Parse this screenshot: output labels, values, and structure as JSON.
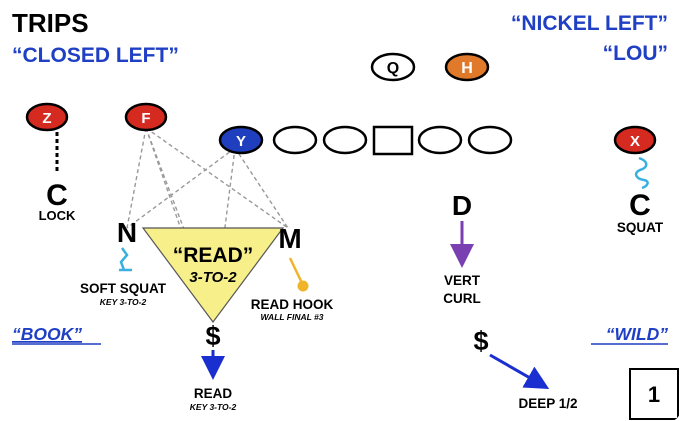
{
  "header": {
    "left_title": "TRIPS",
    "left_subtitle": "“CLOSED LEFT”",
    "right_title": "“NICKEL LEFT”",
    "right_subtitle": "“LOU”"
  },
  "offense": {
    "q": "Q",
    "h": "H",
    "z": "Z",
    "f": "F",
    "y": "Y",
    "x": "X"
  },
  "defense": {
    "c_left": "C",
    "c_left_role": "LOCK",
    "n": "N",
    "n_role": "SOFT SQUAT",
    "n_note": "KEY 3-TO-2",
    "m": "M",
    "m_role": "READ HOOK",
    "m_note": "WALL FINAL #3",
    "read_title": "“READ”",
    "read_sub": "3-TO-2",
    "s_left": "$",
    "s_left_role": "READ",
    "s_left_note": "KEY 3-TO-2",
    "d": "D",
    "d_role_1": "VERT",
    "d_role_2": "CURL",
    "c_right": "C",
    "c_right_role": "SQUAT",
    "s_right": "$",
    "s_right_role": "DEEP 1/2"
  },
  "calls": {
    "book": "“BOOK”",
    "wild": "“WILD”"
  },
  "page_number": "1",
  "colors": {
    "blue_text": "#1f3fc4",
    "red_player": "#d42a1f",
    "orange_player": "#e07a2a",
    "blue_player": "#1f3fbf",
    "triangle": "#f7f08a",
    "purple_arrow": "#7a3fb0",
    "blue_arrow": "#1a2fd0",
    "cyan_squiggle": "#3ab0e0",
    "gold_pin": "#f0b42a"
  }
}
